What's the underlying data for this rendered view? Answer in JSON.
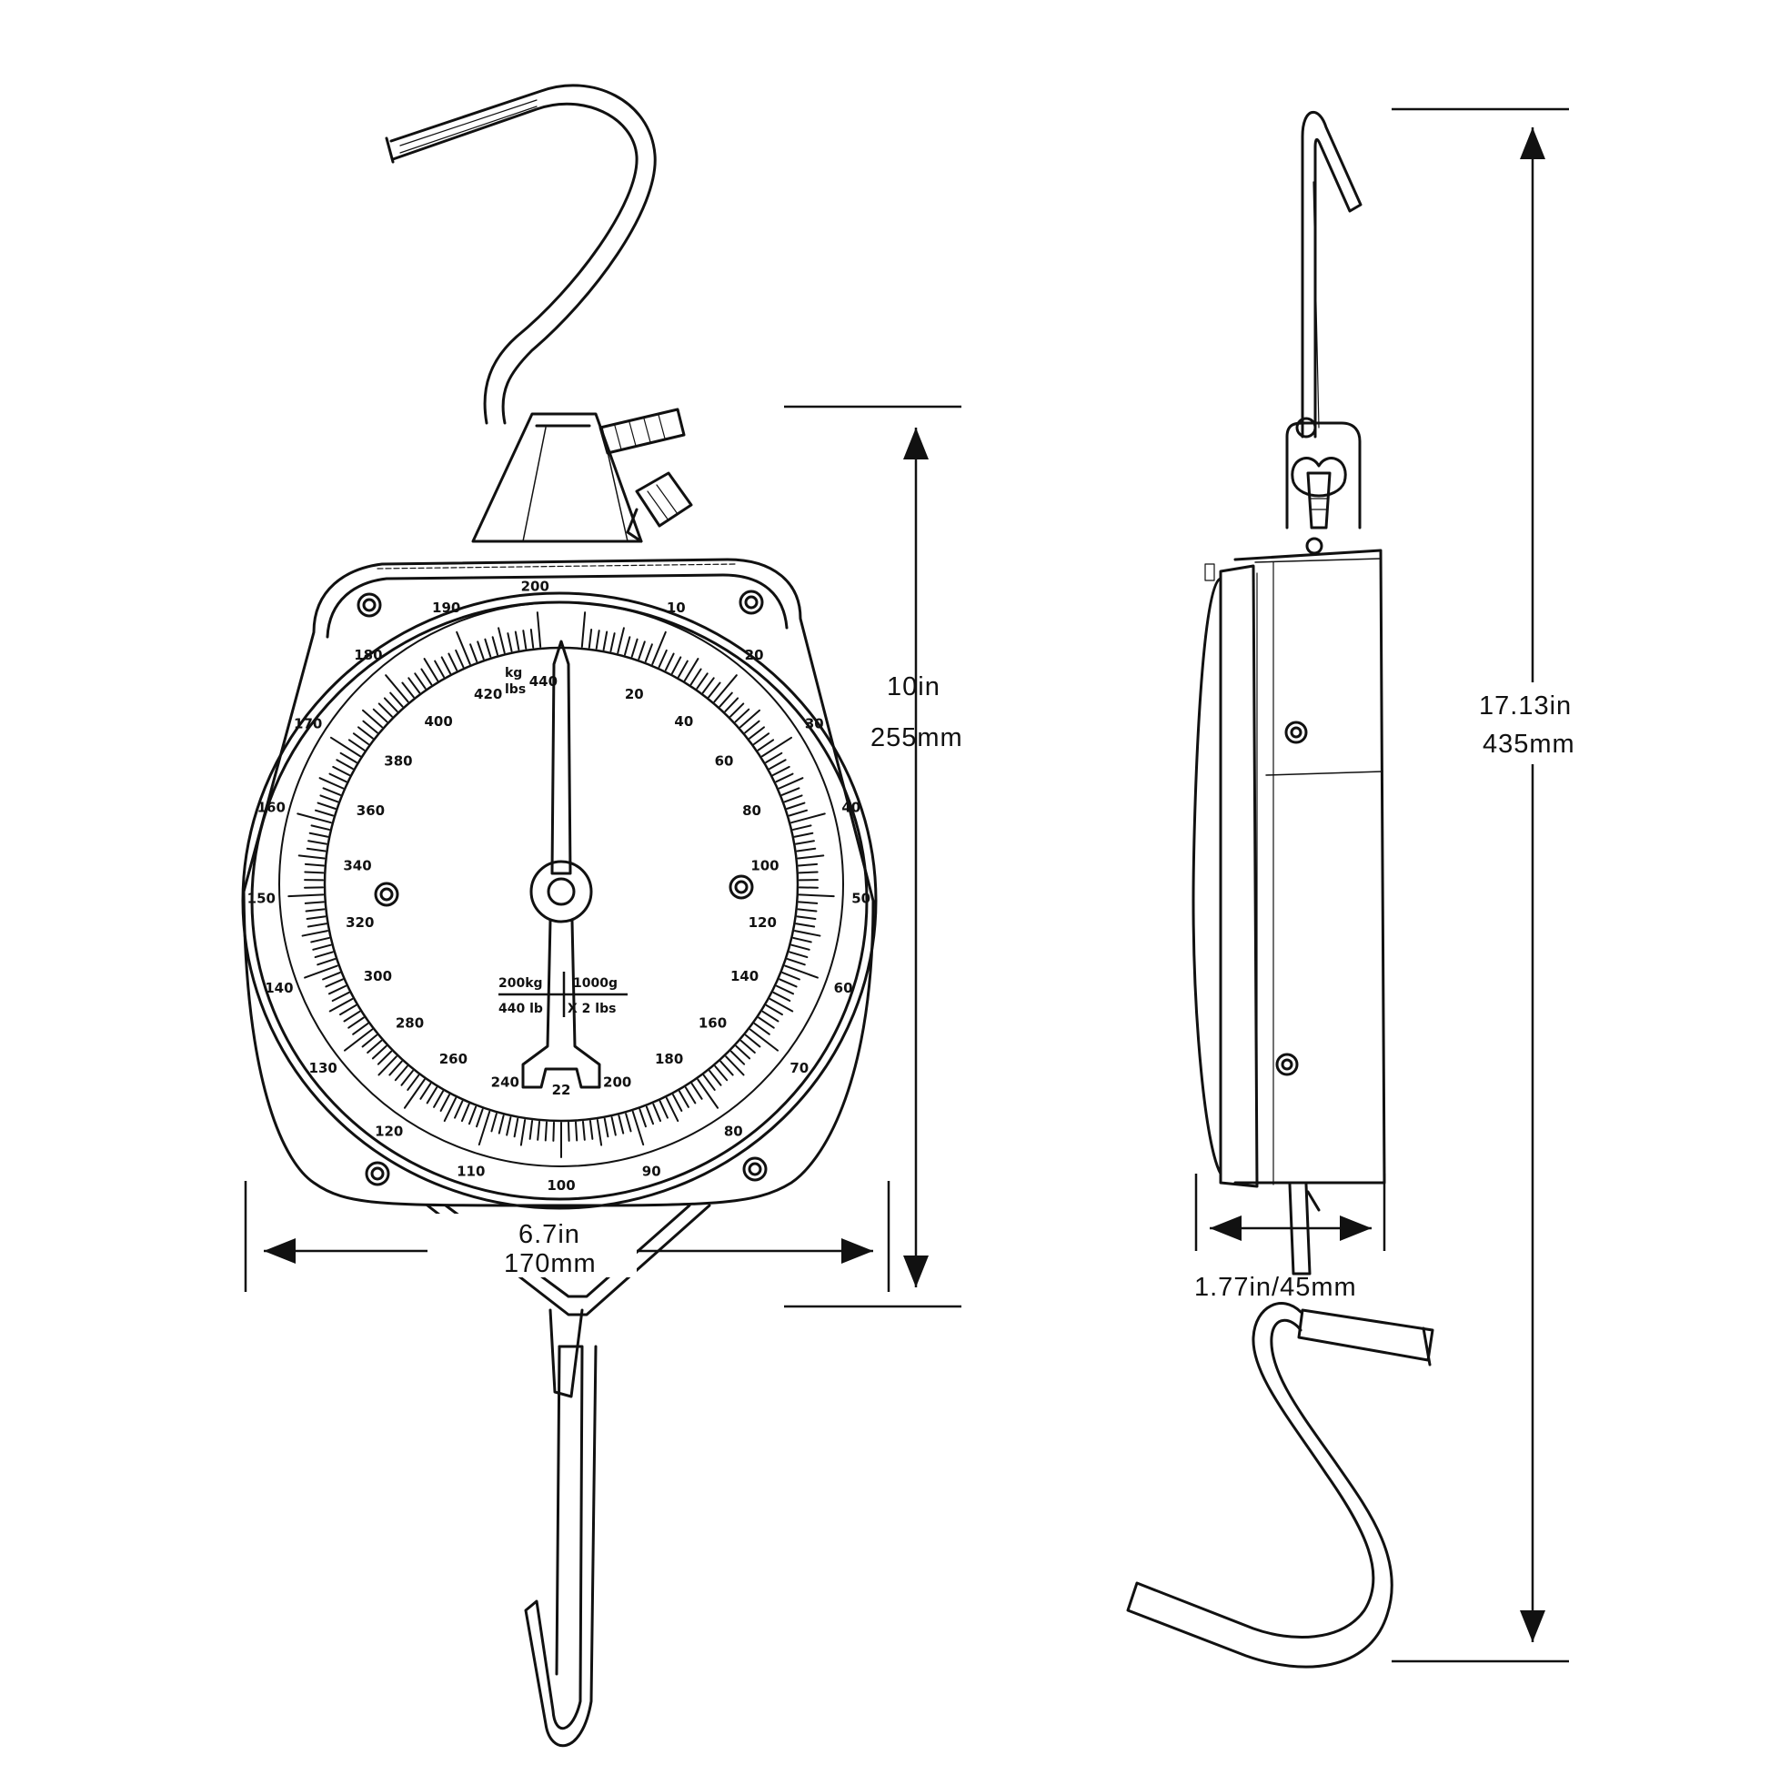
{
  "dimensions": {
    "front_height_in": "10in",
    "front_height_mm": "255mm",
    "front_width_in": "6.7in",
    "front_width_mm": "170mm",
    "side_depth": "1.77in/45mm",
    "total_height_in": "17.13in",
    "total_height_mm": "435mm"
  },
  "dial": {
    "outer_kg_labels": [
      "10",
      "20",
      "30",
      "40",
      "50",
      "60",
      "70",
      "80",
      "90",
      "100",
      "110",
      "120",
      "130",
      "140",
      "150",
      "160",
      "170",
      "180",
      "190",
      "200"
    ],
    "inner_lbs_labels": [
      "20",
      "40",
      "60",
      "80",
      "100",
      "120",
      "140",
      "160",
      "180",
      "200",
      "22",
      "240",
      "260",
      "280",
      "300",
      "320",
      "340",
      "360",
      "380",
      "400",
      "420",
      "440"
    ],
    "unit_kg": "kg",
    "unit_lbs": "lbs",
    "capacity_kg": "200kg",
    "graduation_g": "1000g",
    "capacity_lbs": "440 lb",
    "graduation_lbs": "X 2 lbs"
  },
  "colors": {
    "line": "#111111",
    "background": "#ffffff"
  }
}
